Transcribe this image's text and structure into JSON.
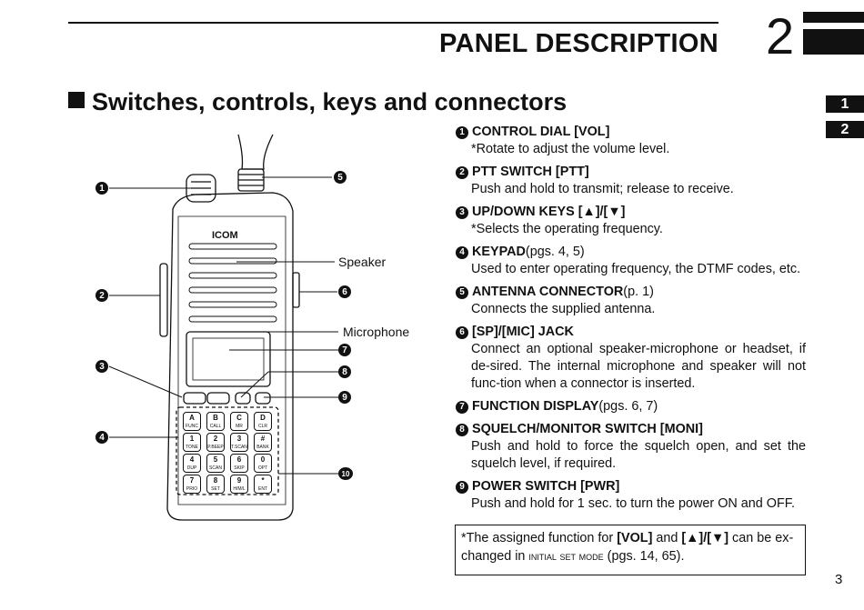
{
  "header": {
    "chapter_title": "PANEL DESCRIPTION",
    "chapter_number": "2",
    "side_tabs": [
      "1",
      "2"
    ]
  },
  "section": {
    "heading": "Switches, controls, keys and connectors"
  },
  "figure": {
    "brand": "ICOM",
    "labels": {
      "speaker": "Speaker",
      "microphone": "Microphone"
    },
    "callouts": [
      "1",
      "2",
      "3",
      "4",
      "5",
      "6",
      "7",
      "8",
      "9",
      "10"
    ],
    "keys": [
      {
        "top": "A",
        "label": "FUNC"
      },
      {
        "top": "B",
        "label": "CALL"
      },
      {
        "top": "C",
        "label": "MR"
      },
      {
        "top": "D",
        "label": "CLR"
      },
      {
        "top": "1",
        "label": "TONE"
      },
      {
        "top": "2",
        "label": "P.BEEP"
      },
      {
        "top": "3",
        "label": "T.SCAN"
      },
      {
        "top": "#",
        "label": "BANK"
      },
      {
        "top": "4",
        "label": "DUP"
      },
      {
        "top": "5",
        "label": "SCAN"
      },
      {
        "top": "6",
        "label": "SKIP"
      },
      {
        "top": "0",
        "label": "OPT"
      },
      {
        "top": "7",
        "label": "PRIO"
      },
      {
        "top": "8",
        "label": "SET"
      },
      {
        "top": "9",
        "label": "H/M/L"
      },
      {
        "top": "*",
        "label": "ENT"
      }
    ]
  },
  "items": [
    {
      "num": "1",
      "title": "CONTROL DIAL [VOL]",
      "ref": "",
      "desc": "*Rotate to adjust the volume level."
    },
    {
      "num": "2",
      "title": "PTT SWITCH [PTT]",
      "ref": "",
      "desc": "Push and hold to transmit; release to receive."
    },
    {
      "num": "3",
      "title": "UP/DOWN KEYS [▲]/[▼]",
      "ref": "",
      "desc": "*Selects the operating frequency."
    },
    {
      "num": "4",
      "title": "KEYPAD",
      "ref": " (pgs. 4, 5)",
      "desc": "Used to enter operating frequency, the DTMF codes, etc."
    },
    {
      "num": "5",
      "title": "ANTENNA CONNECTOR",
      "ref": " (p. 1)",
      "desc": "Connects the supplied antenna."
    },
    {
      "num": "6",
      "title": "[SP]/[MIC] JACK",
      "ref": "",
      "desc": "Connect an optional speaker-microphone or headset, if de-sired. The internal microphone and speaker will not func-tion when a connector is inserted."
    },
    {
      "num": "7",
      "title": "FUNCTION DISPLAY",
      "ref": " (pgs. 6, 7)",
      "desc": ""
    },
    {
      "num": "8",
      "title": "SQUELCH/MONITOR SWITCH [MONI]",
      "ref": "",
      "desc": "Push and hold to force the squelch open, and set the squelch level, if required."
    },
    {
      "num": "9",
      "title": "POWER SWITCH [PWR]",
      "ref": "",
      "desc": "Push and hold for 1 sec. to turn the power ON and OFF."
    }
  ],
  "note": {
    "text_a": "*The assigned function for ",
    "vol": "[VOL]",
    "text_b": " and ",
    "keys": "[▲]/[▼]",
    "text_c": " can be ex-changed in ",
    "mode": "initial set mode",
    "text_d": " (pgs. 14, 65)."
  },
  "page_number": "3"
}
